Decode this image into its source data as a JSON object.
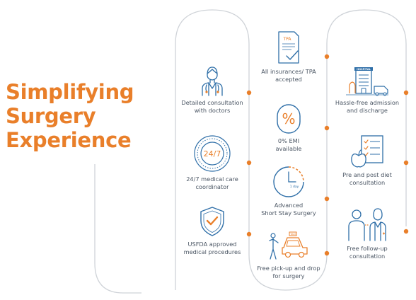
{
  "headline": {
    "line1": "Simplifying",
    "line2": "Surgery",
    "line3": "Experience"
  },
  "colors": {
    "accent": "#e97f2a",
    "icon_blue": "#2f6fa8",
    "track": "#cfd3d8",
    "text": "#4a5563"
  },
  "features": {
    "consultation": {
      "label": "Detailed consultation\nwith doctors",
      "icon": "doctor-icon"
    },
    "coordinator": {
      "label": "24/7 medical care\ncoordinator",
      "icon": "clock-24-7-icon",
      "badge": "24/7"
    },
    "usfda": {
      "label": "USFDA approved\nmedical procedures",
      "icon": "shield-check-icon"
    },
    "insurance": {
      "label": "All insurances/ TPA\naccepted",
      "icon": "tpa-document-icon",
      "doc_text": "TPA"
    },
    "emi": {
      "label": "0% EMI\navailable",
      "icon": "percent-icon",
      "symbol": "%"
    },
    "short_stay": {
      "label": "Advanced\nShort Stay Surgery",
      "icon": "stopwatch-icon",
      "dial_text": "1 day"
    },
    "pickup": {
      "label": "Free pick-up and drop\nfor surgery",
      "icon": "taxi-icon",
      "sign_text": "TAXI"
    },
    "admission": {
      "label": "Hassle-free admission\nand discharge",
      "icon": "hospital-icon",
      "sign_text": "HOSPITAL"
    },
    "diet": {
      "label": "Pre and post diet\nconsultation",
      "icon": "diet-checklist-icon"
    },
    "followup": {
      "label": "Free follow-up\nconsultation",
      "icon": "doctor-patient-icon"
    }
  }
}
